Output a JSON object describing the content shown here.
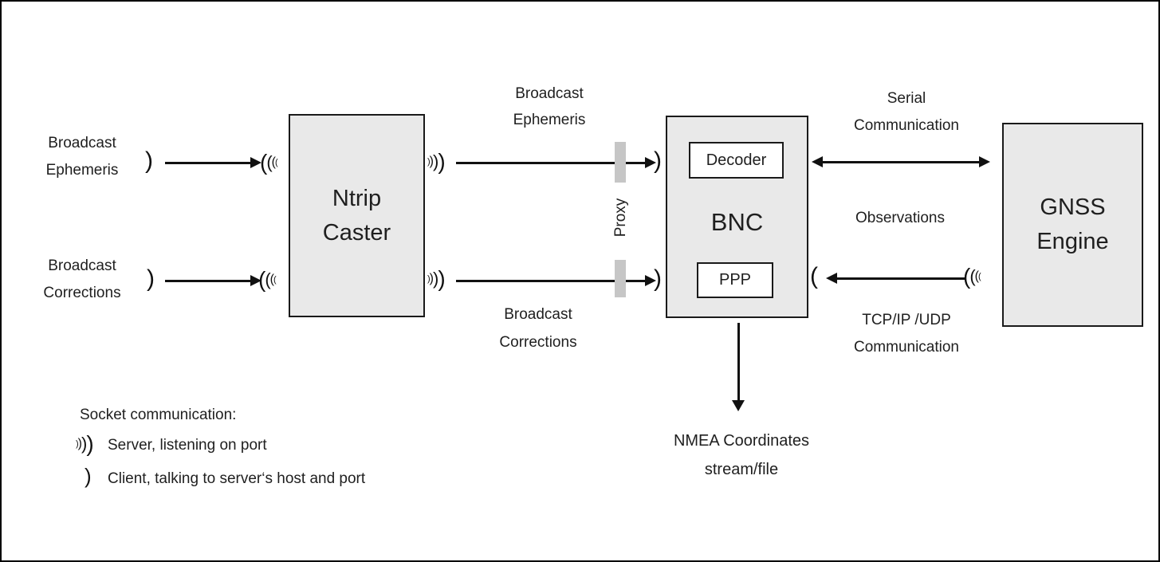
{
  "boxes": {
    "ntrip_caster": {
      "line1": "Ntrip",
      "line2": "Caster"
    },
    "bnc": {
      "label": "BNC",
      "decoder_label": "Decoder",
      "ppp_label": "PPP"
    },
    "gnss_engine": {
      "line1": "GNSS",
      "line2": "Engine"
    }
  },
  "flows": {
    "broadcast_ephemeris_in": {
      "line1": "Broadcast",
      "line2": "Ephemeris"
    },
    "broadcast_corrections_in": {
      "line1": "Broadcast",
      "line2": "Corrections"
    },
    "broadcast_ephemeris_mid": {
      "line1": "Broadcast",
      "line2": "Ephemeris"
    },
    "broadcast_corrections_mid": {
      "line1": "Broadcast",
      "line2": "Corrections"
    },
    "serial_communication": {
      "line1": "Serial",
      "line2": "Communication"
    },
    "observations": {
      "label": "Observations"
    },
    "tcp_udp": {
      "line1": "TCP/IP /UDP",
      "line2": "Communication"
    },
    "nmea": {
      "line1": "NMEA Coordinates",
      "line2": "stream/file"
    },
    "proxy": {
      "label": "Proxy"
    }
  },
  "legend": {
    "title": "Socket communication:",
    "server_label": "Server, listening on port",
    "client_label": "Client, talking to server‘s host and port"
  },
  "icons": {
    "arc_left": "(",
    "arc_right": ")",
    "client_left": "(",
    "client_right": ")",
    "wave_sizes": [
      11,
      16,
      22,
      28
    ]
  },
  "colors": {
    "box_fill": "#e9e9e9",
    "box_border": "#1a1a1a",
    "proxy_bar": "#c6c6c6",
    "line": "#111111",
    "text": "#1f1f1f"
  }
}
